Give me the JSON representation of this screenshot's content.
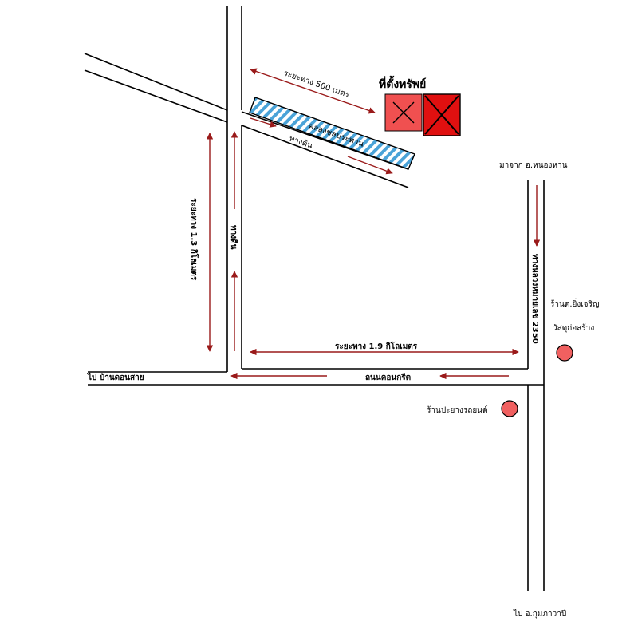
{
  "labels": {
    "property": "ที่ตั้งทรัพย์",
    "dist_500": "ระยะทาง 500  เมตร",
    "canal": "คลองชลประทาน",
    "dirt_road": "ทางดิน",
    "from_nongnan": "มาจาก อ.หนองหาน",
    "dist_13": "ระยะทาง 1.3  กิโลเมตร",
    "dirt_road_vertical": "ทางดิน",
    "highway": "ทางหลวงหมายเลข 2350",
    "shop_materials_1": "ร้านต.ยิ่งเจริญ",
    "shop_materials_2": "วัสดุก่อสร้าง",
    "dist_19": "ระยะทาง 1.9  กิโลเมตร",
    "to_bandonsai": "ไป บ้านดอนสาย",
    "concrete_road": "ถนนคอนกรีต",
    "tire_shop": "ร้านปะยางรถยนต์",
    "to_kumphawapi": "ไป อ.กุมภาวาปี"
  },
  "colors": {
    "arrow": "#9a1a1a",
    "marker_light": "#f05050",
    "marker_dark": "#e01010",
    "canal": "#4aa3d8",
    "landmark": "#f06060"
  }
}
